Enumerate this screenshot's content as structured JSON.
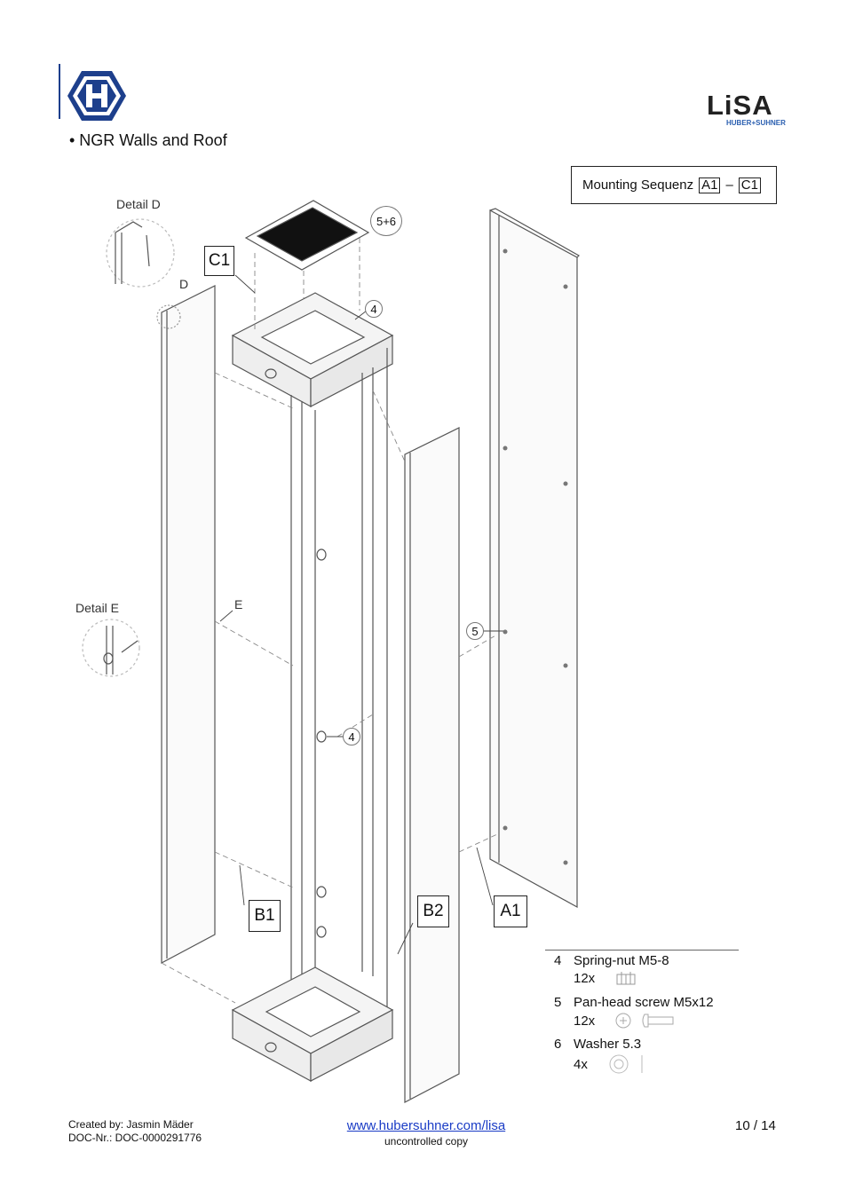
{
  "header": {
    "section_title": "• NGR Walls and Roof",
    "brand_name": "LiSA",
    "brand_subline": "HUBER+SUHNER"
  },
  "sequence": {
    "label": "Mounting Sequenz",
    "from": "A1",
    "dash": "–",
    "to": "C1"
  },
  "details": {
    "detail_d_label": "Detail D",
    "detail_d_marker": "D",
    "detail_e_label": "Detail E",
    "detail_e_marker": "E"
  },
  "callouts": {
    "c1": "C1",
    "b1": "B1",
    "b2": "B2",
    "a1": "A1",
    "part_5_6": "5+6",
    "part_4_top": "4",
    "part_4_mid": "4",
    "part_5": "5"
  },
  "parts": [
    {
      "num": "4",
      "name": "Spring-nut M5-8",
      "qty": "12x",
      "icon": "spring-nut-icon"
    },
    {
      "num": "5",
      "name": "Pan-head screw M5x12",
      "qty": "12x",
      "icon": "screw-icon"
    },
    {
      "num": "6",
      "name": "Washer 5.3",
      "qty": "4x",
      "icon": "washer-icon"
    }
  ],
  "footer": {
    "created_by": "Created by: Jasmin Mäder",
    "doc_nr": "DOC-Nr.: DOC-0000291776",
    "link_text": "www.hubersuhner.com/lisa",
    "copy_note": "uncontrolled copy",
    "page": "10 / 14"
  },
  "colors": {
    "brand_blue": "#1d3f8c",
    "lisa_blue": "#2b5fb0",
    "line_gray": "#555555"
  }
}
